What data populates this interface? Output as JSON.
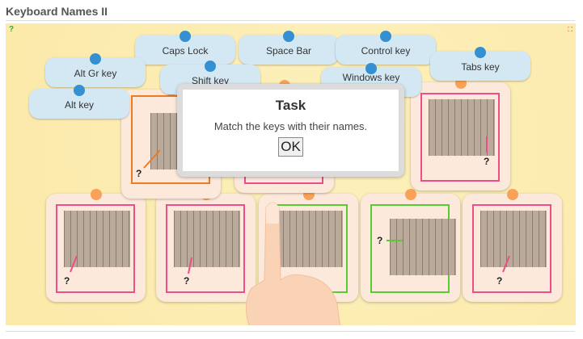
{
  "page": {
    "title": "Keyboard Names II"
  },
  "labels": [
    "Caps Lock",
    "Space Bar",
    "Control key",
    "Alt Gr key",
    "Shift key",
    "Windows key",
    "Tabs key",
    "Alt key"
  ],
  "cards": {
    "question": "?"
  },
  "dialog": {
    "title": "Task",
    "message": "Match the keys with their names.",
    "ok_label": "OK"
  },
  "colors": {
    "label_bg": "#d4e8f4",
    "pin_blue": "#3590d2",
    "pin_orange": "#f9a257",
    "pink": "#ef4c8a",
    "green": "#55cc33",
    "orange": "#f07a20"
  }
}
